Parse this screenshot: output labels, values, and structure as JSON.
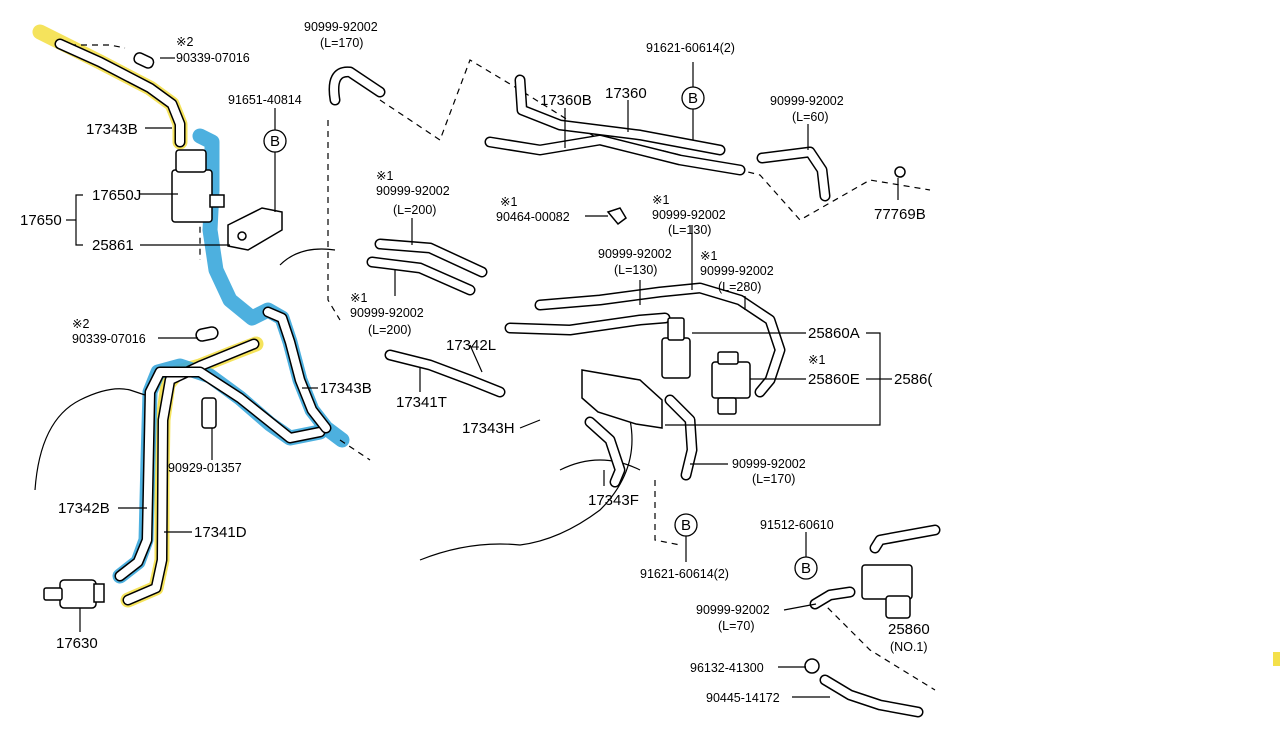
{
  "highlight_colors": {
    "yellow": "#f4e04a",
    "blue": "#3aa7dc"
  },
  "labels": {
    "p17343b_top": "17343B",
    "p17343b_mid": "17343B",
    "p17650": "17650",
    "p17650j": "17650J",
    "p25861": "25861",
    "p91651": "91651-40814",
    "note2_top": "※2",
    "p90339_top": "90339-07016",
    "note2_mid": "※2",
    "p90339_mid": "90339-07016",
    "p90929": "90929-01357",
    "p17342b": "17342B",
    "p17341d": "17341D",
    "p17630": "17630",
    "p90999_top": "90999-92002",
    "len_top": "(L=170)",
    "p91621_top": "91621-60614(2)",
    "p17360b": "17360B",
    "p17360": "17360",
    "p90999_r": "90999-92002",
    "len_r": "(L=60)",
    "p77769b": "77769B",
    "note1_a": "※1",
    "p90999_a": "90999-92002",
    "len_a": "(L=200)",
    "note1_b": "※1",
    "p90464": "90464-00082",
    "note1_c": "※1",
    "p90999_c": "90999-92002",
    "len_c": "(L=130)",
    "p90999_d": "90999-92002",
    "len_d": "(L=130)",
    "note1_e": "※1",
    "p90999_e": "90999-92002",
    "len_e": "(L=280)",
    "note1_f": "※1",
    "p90999_f": "90999-92002",
    "len_f": "(L=200)",
    "p17342l": "17342L",
    "p17341t": "17341T",
    "p17343h": "17343H",
    "p17343f": "17343F",
    "p25860a": "25860A",
    "note1_g": "※1",
    "p25860e": "25860E",
    "p2586_cut": "2586(",
    "p90999_g": "90999-92002",
    "len_g": "(L=170)",
    "p91621_bot": "91621-60614(2)",
    "p91512": "91512-60610",
    "p90999_h": "90999-92002",
    "len_h": "(L=70)",
    "p25860_no1": "25860",
    "no1": "(NO.1)",
    "p96132": "96132-41300",
    "p90445": "90445-14172",
    "bolt_b": "B"
  }
}
